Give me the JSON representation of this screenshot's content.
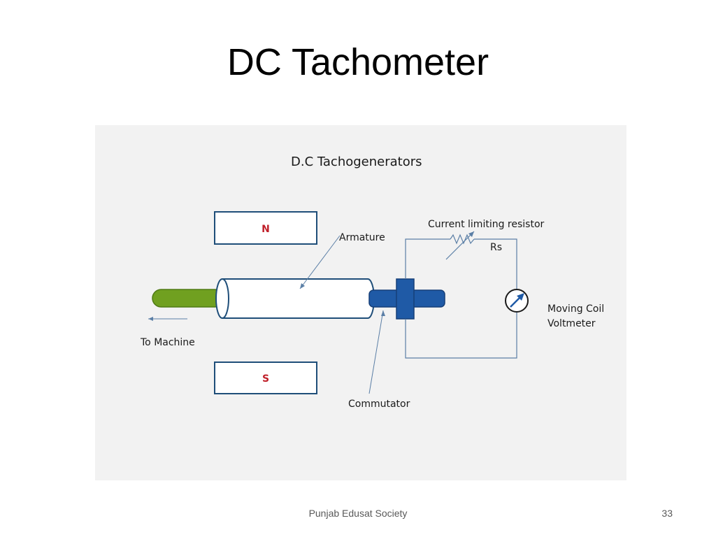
{
  "slide": {
    "title": "DC Tachometer",
    "footer": "Punjab Edusat Society",
    "page_number": "33"
  },
  "diagram": {
    "heading": "D.C Tachogenerators",
    "pole_north": "N",
    "pole_south": "S",
    "armature_label": "Armature",
    "commutator_label": "Commutator",
    "shaft_label": "To Machine",
    "resistor_label": "Current limiting resistor",
    "resistor_symbol": "Rs",
    "voltmeter_label_line1": "Moving Coil",
    "voltmeter_label_line2": "Voltmeter"
  },
  "colors": {
    "outline": "#1f4e79",
    "shaft_green": "#70a020",
    "commutator_blue": "#1f5aa6",
    "pole_letter_red": "#c0202a",
    "wire": "#5b7fa6"
  }
}
